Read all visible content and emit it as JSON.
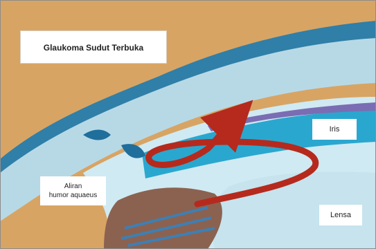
{
  "labels": {
    "title": "Glaukoma Sudut Terbuka",
    "iris": "Iris",
    "aqueous_flow": "Aliran\nhumor aquaeus",
    "lens": "Lensa"
  },
  "colors": {
    "background_tissue": "#d8a464",
    "cornea": "#b7d9e6",
    "anterior_chamber": "#cfeaf2",
    "iris": "#2aa7cf",
    "iris_pigment": "#7b6db3",
    "ciliary_body": "#8b6250",
    "lens": "#c6e3ee",
    "sclera_dark": "#1f6e9b",
    "flow_arrow": "#b52a1d"
  }
}
